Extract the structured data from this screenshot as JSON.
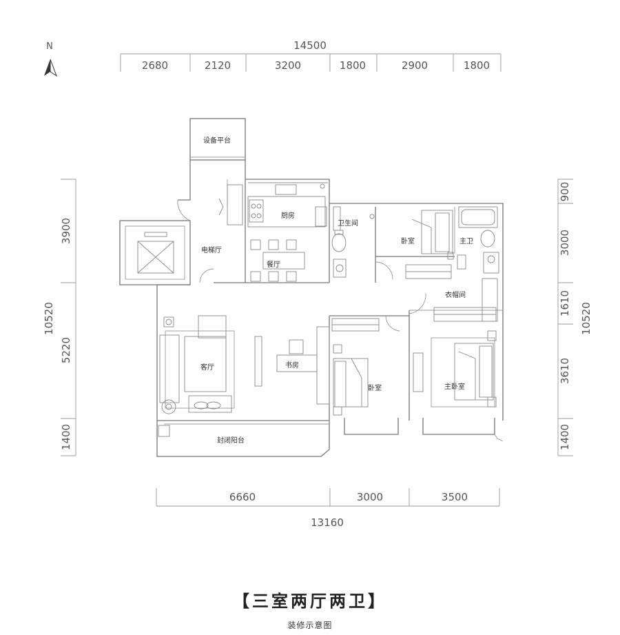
{
  "compass": {
    "label": "N"
  },
  "dimensions": {
    "top_total": "14500",
    "top_segments": [
      "2680",
      "2120",
      "3200",
      "1800",
      "2900",
      "1800"
    ],
    "bottom_total": "13160",
    "bottom_segments": [
      "6660",
      "3000",
      "3500"
    ],
    "left_total": "10520",
    "left_segments": [
      "3900",
      "5220",
      "1400"
    ],
    "right_total": "10520",
    "right_segments": [
      "900",
      "3000",
      "1610",
      "3610",
      "1400"
    ]
  },
  "rooms": {
    "equipment_platform": "设备平台",
    "kitchen": "厨房",
    "bathroom": "卫生间",
    "bedroom_north": "卧室",
    "master_bath": "主卫",
    "elevator_hall": "电梯厅",
    "dining": "餐厅",
    "cloakroom": "衣帽间",
    "living": "客厅",
    "study": "书房",
    "bedroom_south": "卧室",
    "master_bedroom": "主卧室",
    "balcony": "封闭阳台"
  },
  "title": "【三室两厅两卫】",
  "subtitle": "装修示意图"
}
